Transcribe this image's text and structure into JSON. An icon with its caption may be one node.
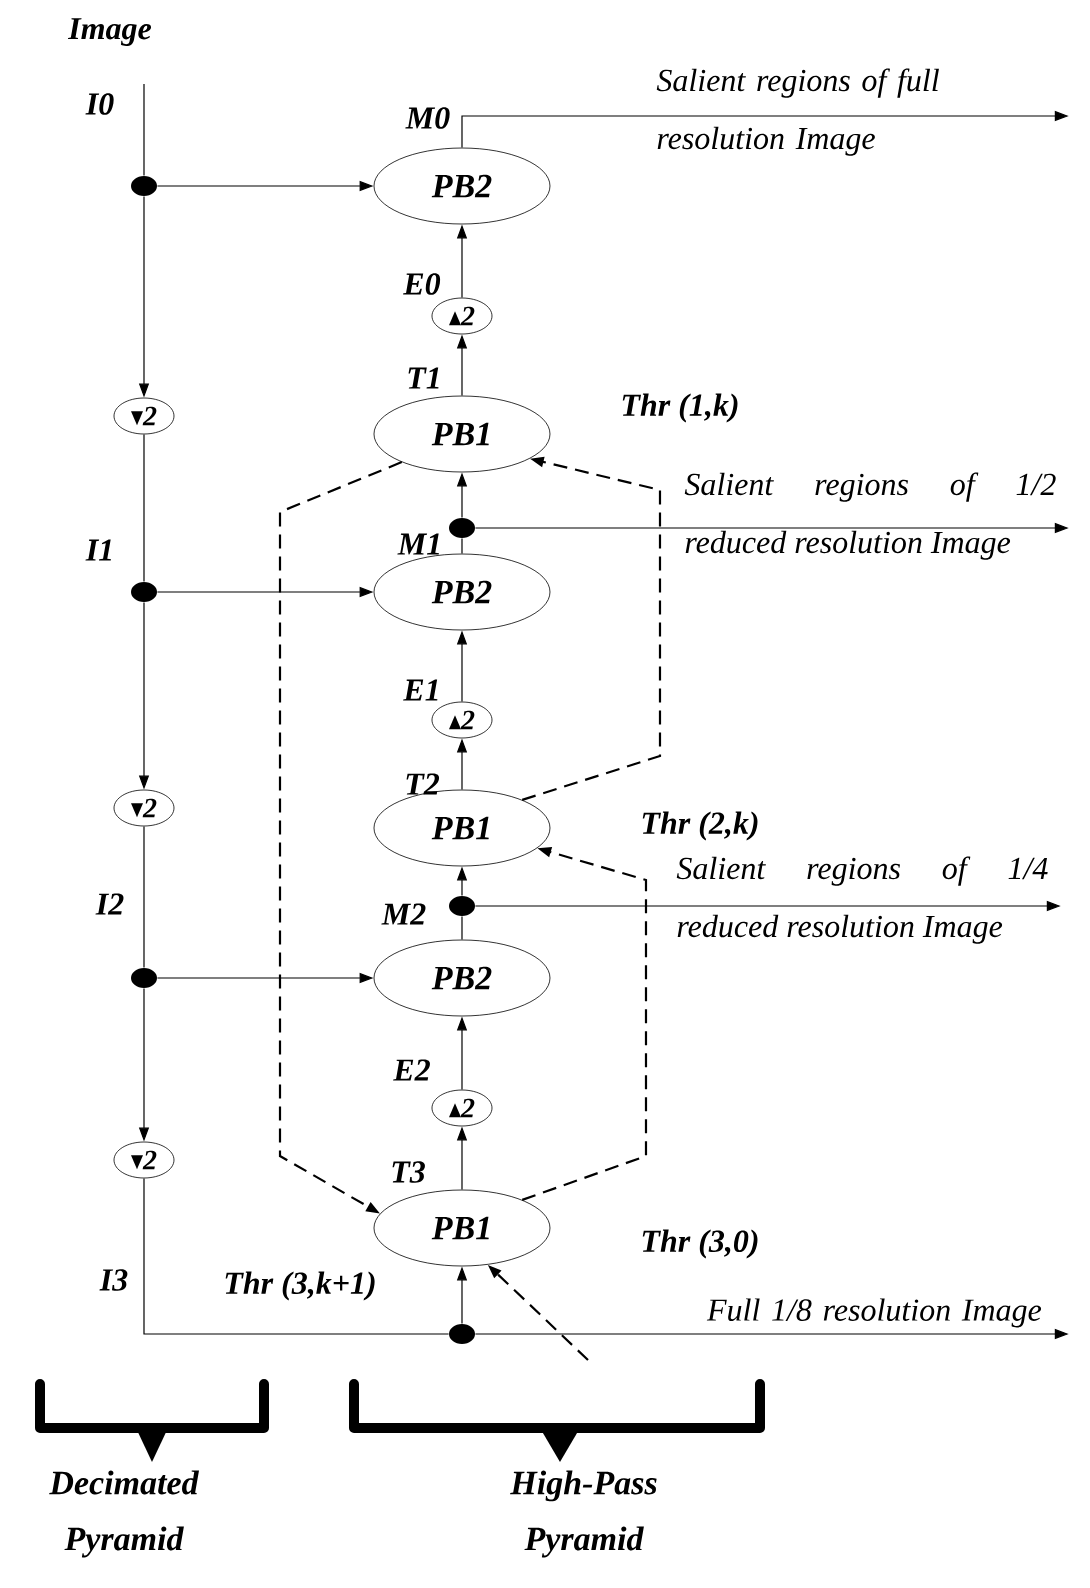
{
  "diagram": {
    "nodes": [
      {
        "text": [
          "PB2"
        ]
      },
      {
        "text": [
          "2"
        ]
      },
      {
        "text": [
          "PB1"
        ]
      },
      {
        "text": [
          "PB2"
        ]
      },
      {
        "text": [
          "2"
        ]
      },
      {
        "text": [
          "PB1"
        ]
      },
      {
        "text": [
          "PB2"
        ]
      },
      {
        "text": [
          "2"
        ]
      },
      {
        "text": [
          "PB1"
        ]
      },
      {
        "text": [
          "2"
        ]
      },
      {
        "text": [
          "2"
        ]
      },
      {
        "text": [
          "2"
        ]
      },
      {
        "text": [],
        "shape": "circle"
      },
      {
        "text": [],
        "shape": "circle"
      },
      {
        "text": [],
        "shape": "circle"
      },
      {
        "text": [],
        "shape": "circle"
      },
      {
        "text": [],
        "shape": "circle"
      },
      {
        "text": [],
        "shape": "circle"
      },
      {
        "text": [
          "Salient regions of full resolution Image"
        ]
      },
      {
        "text": [
          "Salient regions of 1/2 reduced resolution Image"
        ]
      },
      {
        "text": [
          "Salient regions of 1/4 reduced resolution Image"
        ]
      },
      {
        "text": [
          "Full 1/8 resolution Image"
        ]
      }
    ],
    "edges": [
      {
        "from": null,
        "to": 12,
        "arrow": "none"
      },
      {
        "from": 12,
        "to": 0,
        "arrow": "to"
      },
      {
        "from": 12,
        "to": 9,
        "arrow": "to"
      },
      {
        "from": 9,
        "to": 13,
        "arrow": "none"
      },
      {
        "from": 13,
        "to": 3,
        "arrow": "to"
      },
      {
        "from": 13,
        "to": 10,
        "arrow": "to"
      },
      {
        "from": 10,
        "to": 14,
        "arrow": "none"
      },
      {
        "from": 14,
        "to": 6,
        "arrow": "to"
      },
      {
        "from": 14,
        "to": 11,
        "arrow": "to"
      },
      {
        "from": 11,
        "to": 17,
        "arrow": "none"
      },
      {
        "from": 17,
        "to": 21,
        "arrow": "to"
      },
      {
        "from": 17,
        "to": 8,
        "arrow": "to"
      },
      {
        "from": 8,
        "to": 7,
        "arrow": "to"
      },
      {
        "from": 7,
        "to": 6,
        "arrow": "to"
      },
      {
        "from": 6,
        "to": 16,
        "arrow": "none"
      },
      {
        "from": 16,
        "to": 5,
        "arrow": "to"
      },
      {
        "from": 16,
        "to": 20,
        "arrow": "to"
      },
      {
        "from": 5,
        "to": 4,
        "arrow": "to"
      },
      {
        "from": 4,
        "to": 3,
        "arrow": "to"
      },
      {
        "from": 3,
        "to": 15,
        "arrow": "none"
      },
      {
        "from": 15,
        "to": 2,
        "arrow": "to"
      },
      {
        "from": 15,
        "to": 19,
        "arrow": "to"
      },
      {
        "from": 2,
        "to": 1,
        "arrow": "to"
      },
      {
        "from": 1,
        "to": 0,
        "arrow": "to"
      },
      {
        "from": 0,
        "to": 18,
        "arrow": "to"
      },
      {
        "from": 2,
        "to": 8,
        "arrow": "to",
        "style": "dashed"
      },
      {
        "from": 5,
        "to": 2,
        "arrow": "to",
        "style": "dashed"
      },
      {
        "from": 8,
        "to": 5,
        "arrow": "to",
        "style": "dashed"
      },
      {
        "from": null,
        "to": 8,
        "arrow": "to",
        "style": "dashed"
      }
    ],
    "labels": [
      "Image",
      "I0",
      "M0",
      "E0",
      "T1",
      "Thr (1,k)",
      "I1",
      "M1",
      "E1",
      "T2",
      "Thr (2,k)",
      "I2",
      "M2",
      "E2",
      "T3",
      "Thr (3,0)",
      "I3",
      "Thr (3,k+1)",
      "Decimated Pyramid",
      "High-Pass Pyramid"
    ]
  }
}
